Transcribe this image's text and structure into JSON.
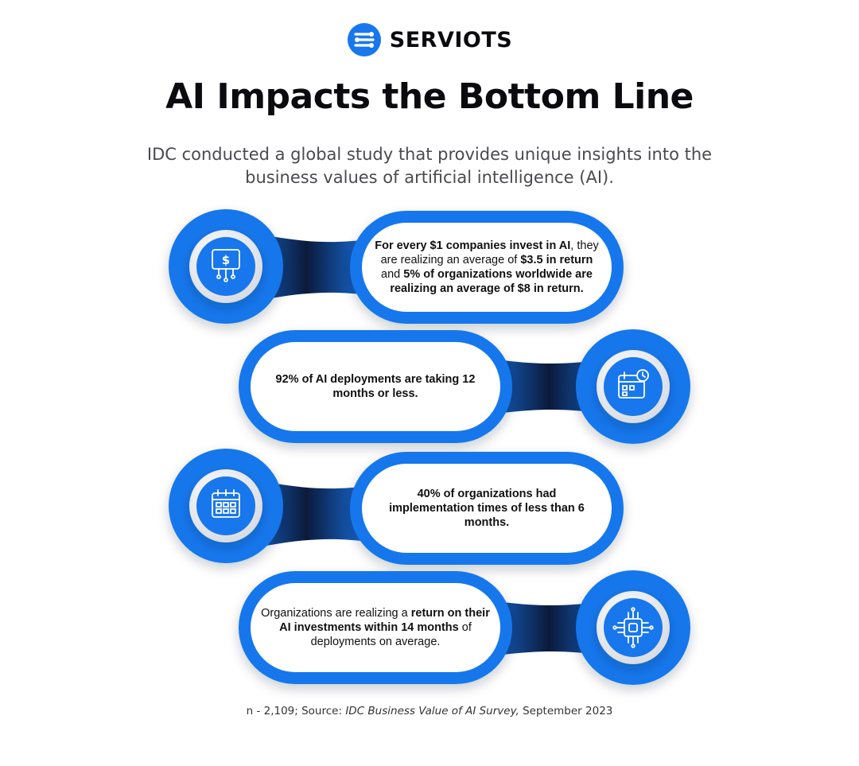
{
  "brand": {
    "name": "SERVIOTS",
    "logo_icon": "serviots-logo-icon",
    "color": "#1877ec"
  },
  "title": "AI Impacts the Bottom Line",
  "subtitle": "IDC conducted a global study that provides unique insights into the business values of artificial intelligence (AI).",
  "colors": {
    "accent_blue": "#1877ec",
    "dark_navy": "#0b1a3a",
    "text": "#111111",
    "muted_text": "#4a4a4f"
  },
  "stats": [
    {
      "icon": "money-network-icon",
      "segments": [
        {
          "text": "For every $1 companies invest in AI",
          "bold": true
        },
        {
          "text": ", they are realizing an average of ",
          "bold": false
        },
        {
          "text": "$3.5 in return",
          "bold": true
        },
        {
          "text": " and ",
          "bold": false
        },
        {
          "text": "5% of organizations worldwide are realizing an average of $8 in return.",
          "bold": true
        }
      ]
    },
    {
      "icon": "calendar-clock-icon",
      "segments": [
        {
          "text": "92% of AI deployments are taking 12 months or less.",
          "bold": true
        }
      ]
    },
    {
      "icon": "calendar-icon",
      "segments": [
        {
          "text": "40% of organizations had implementation times of less than 6 months.",
          "bold": true
        }
      ]
    },
    {
      "icon": "ai-chip-icon",
      "segments": [
        {
          "text": "Organizations are realizing a ",
          "bold": false
        },
        {
          "text": "return on their AI investments within 14 months",
          "bold": true
        },
        {
          "text": " of deployments on average.",
          "bold": false
        }
      ]
    }
  ],
  "footnote": {
    "prefix": "n - 2,109; Source: ",
    "source_title": "IDC Business Value of AI Survey,",
    "suffix": " September 2023"
  }
}
